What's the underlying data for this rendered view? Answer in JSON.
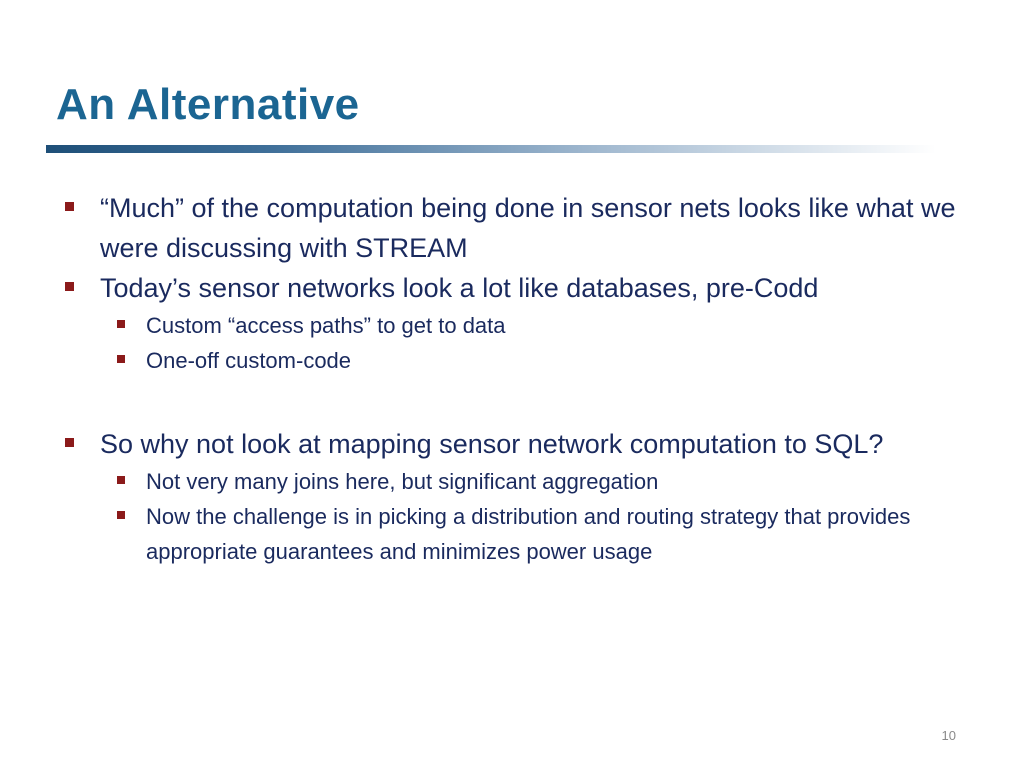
{
  "slide": {
    "title": "An Alternative",
    "page_number": "10",
    "bullets": [
      {
        "text": "“Much” of the computation being done in sensor nets looks like what we were discussing with STREAM",
        "sub": []
      },
      {
        "text": "Today’s sensor networks look a lot like databases, pre-Codd",
        "sub": [
          "Custom “access paths” to get to data",
          "One-off custom-code"
        ]
      },
      {
        "text": "So why not look at mapping sensor network computation to SQL?",
        "sub": [
          "Not very many joins here, but significant aggregation",
          "Now the challenge is in picking a distribution and routing strategy that provides appropriate guarantees and minimizes power usage"
        ]
      }
    ]
  },
  "colors": {
    "title": "#1b6592",
    "body_text": "#1a2a5e",
    "bullet": "#8b1a1a",
    "rule": "#1e4f78"
  }
}
